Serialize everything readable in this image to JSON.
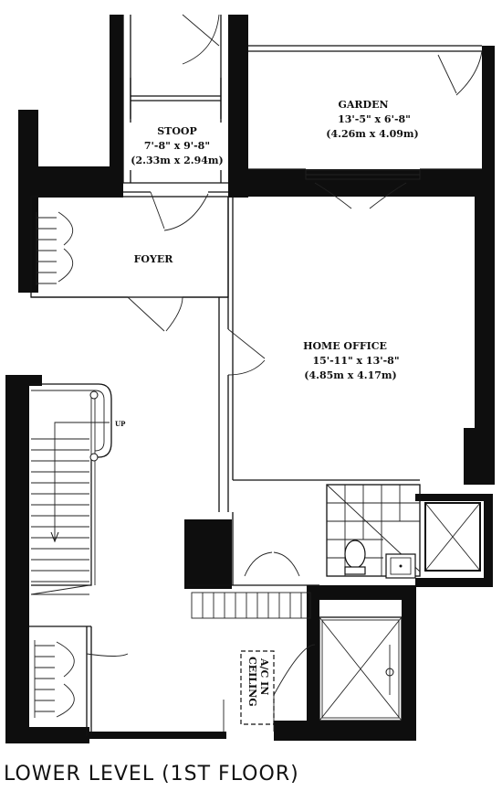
{
  "floor_title": "LOWER LEVEL (1ST FLOOR)",
  "rooms": {
    "garden": {
      "name": "GARDEN",
      "imperial": "13'-5\" x 6'-8\"",
      "metric": "(4.26m x 4.09m)"
    },
    "stoop": {
      "name": "STOOP",
      "imperial": "7'-8\" x 9'-8\"",
      "metric": "(2.33m x 2.94m)"
    },
    "foyer": {
      "name": "FOYER"
    },
    "home_office": {
      "name": "HOME OFFICE",
      "imperial": "15'-11\" x 13'-8\"",
      "metric": "(4.85m x 4.17m)"
    }
  },
  "labels": {
    "stair_up": "UP",
    "ac_line1": "A/C IN",
    "ac_line2": "CEILING"
  }
}
